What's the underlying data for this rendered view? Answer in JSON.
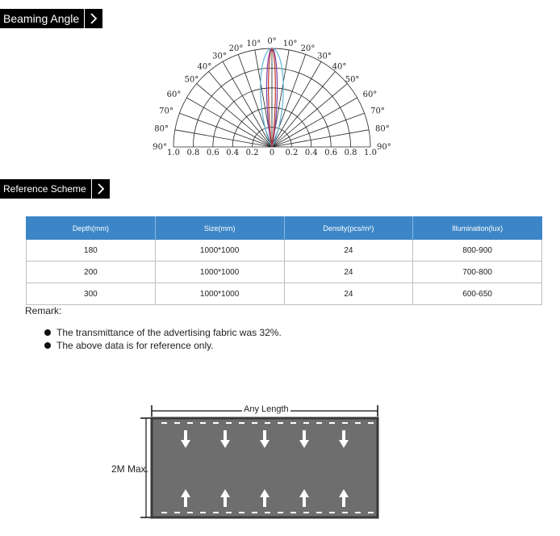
{
  "sections": {
    "beaming_angle": "Beaming Angle",
    "reference_scheme": "Reference Scheme"
  },
  "polar": {
    "left_angles": [
      "10°",
      "20°",
      "30°",
      "40°",
      "50°",
      "60°",
      "70°",
      "80°",
      "90°"
    ],
    "right_angles": [
      "10°",
      "20°",
      "30°",
      "40°",
      "50°",
      "60°",
      "70°",
      "80°",
      "90°"
    ],
    "top_angle": "0°",
    "radial_labels_left": [
      "1.0",
      "0.8",
      "0.6",
      "0.4",
      "0.2"
    ],
    "center_label": "0",
    "radial_labels_right": [
      "0.2",
      "0.4",
      "0.6",
      "0.8",
      "1.0"
    ],
    "narrow_curve_color": "#c0392b",
    "mid_curve_color": "#7b3fa0",
    "wide_curve_color": "#5bb7d6"
  },
  "table": {
    "headers": [
      "Depth(mm)",
      "Size(mm)",
      "Density(pcs/m²)",
      "Illumination(lux)"
    ],
    "rows": [
      [
        "180",
        "1000*1000",
        "24",
        "800-900"
      ],
      [
        "200",
        "1000*1000",
        "24",
        "700-800"
      ],
      [
        "300",
        "1000*1000",
        "24",
        "600-650"
      ]
    ],
    "header_color": "#3c86c7"
  },
  "remark": {
    "title": "Remark:",
    "items": [
      "The transmittance of the advertising fabric was 32%.",
      "The above data is for reference only."
    ]
  },
  "diagram": {
    "length_label": "Any Length",
    "height_label": "2M Max.",
    "panel_color": "#6e6e6e",
    "top_arrow_count": 5,
    "bottom_arrow_count": 5
  }
}
